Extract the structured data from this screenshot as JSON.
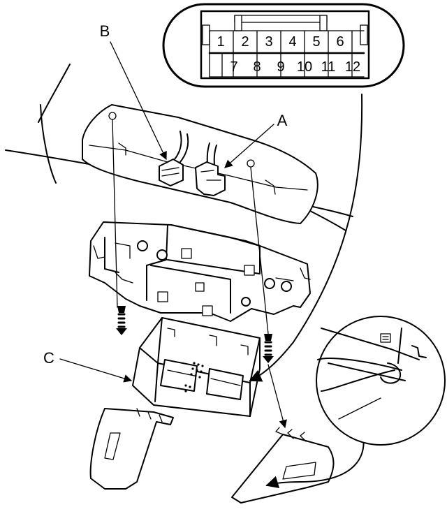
{
  "connector": {
    "top_row": [
      "1",
      "2",
      "3",
      "4",
      "5",
      "6"
    ],
    "bottom_row": [
      "7",
      "8",
      "9",
      "10",
      "11",
      "12"
    ]
  },
  "callouts": {
    "a": "A",
    "b": "B",
    "c": "C"
  }
}
